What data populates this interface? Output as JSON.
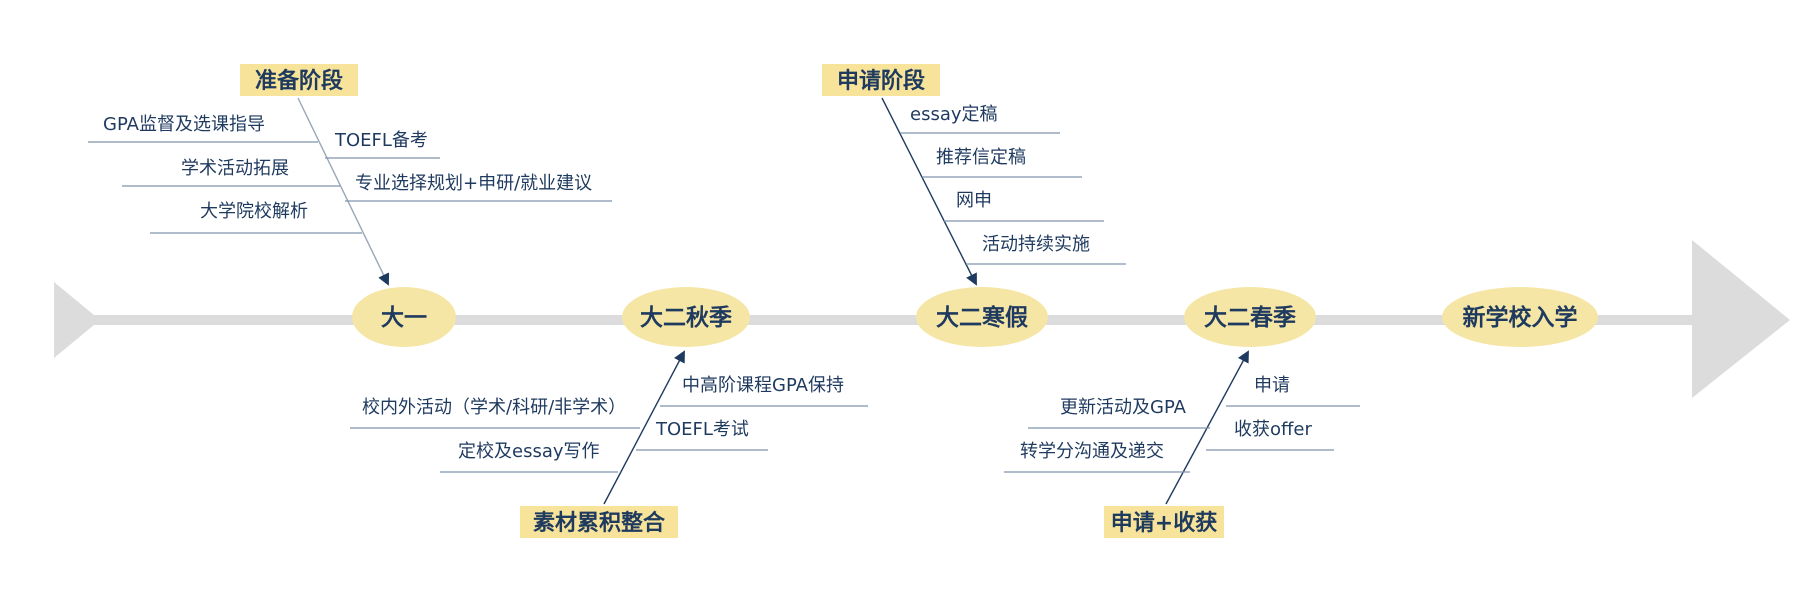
{
  "colors": {
    "axis": "#dcdcdc",
    "node_fill": "#f5e6a6",
    "label_fill": "#f7e49a",
    "text": "#1f3a5f",
    "underline": "#7f93ad"
  },
  "timeline": {
    "nodes": [
      "大一",
      "大二秋季",
      "大二寒假",
      "大二春季",
      "新学校入学"
    ]
  },
  "stages": {
    "prep": {
      "label": "准备阶段",
      "items": [
        "GPA监督及选课指导",
        "TOEFL备考",
        "学术活动拓展",
        "专业选择规划+申研/就业建议",
        "大学院校解析"
      ]
    },
    "apply_stage": {
      "label": "申请阶段",
      "items": [
        "essay定稿",
        "推荐信定稿",
        "网申",
        "活动持续实施"
      ]
    },
    "material": {
      "label": "素材累积整合",
      "items": [
        "中高阶课程GPA保持",
        "校内外活动（学术/科研/非学术）",
        "TOEFL考试",
        "定校及essay写作"
      ]
    },
    "harvest": {
      "label": "申请+收获",
      "items": [
        "申请",
        "更新活动及GPA",
        "收获offer",
        "转学分沟通及递交"
      ]
    }
  }
}
